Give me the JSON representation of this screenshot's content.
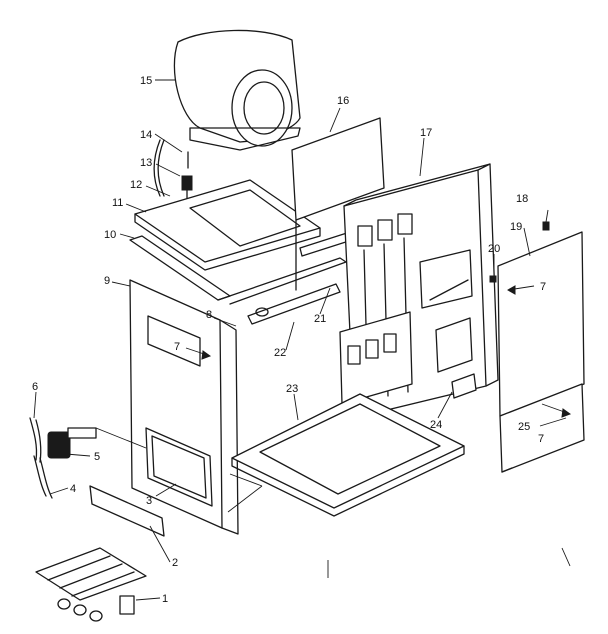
{
  "callouts": [
    {
      "id": "c1",
      "text": "1"
    },
    {
      "id": "c2",
      "text": "2"
    },
    {
      "id": "c3",
      "text": "3"
    },
    {
      "id": "c4",
      "text": "4"
    },
    {
      "id": "c5",
      "text": "5"
    },
    {
      "id": "c6",
      "text": "6"
    },
    {
      "id": "c7a",
      "text": "7"
    },
    {
      "id": "c7b",
      "text": "7"
    },
    {
      "id": "c7c",
      "text": "7"
    },
    {
      "id": "c8",
      "text": "8"
    },
    {
      "id": "c9",
      "text": "9"
    },
    {
      "id": "c10",
      "text": "10"
    },
    {
      "id": "c11",
      "text": "11"
    },
    {
      "id": "c12",
      "text": "12"
    },
    {
      "id": "c13",
      "text": "13"
    },
    {
      "id": "c14",
      "text": "14"
    },
    {
      "id": "c15",
      "text": "15"
    },
    {
      "id": "c16",
      "text": "16"
    },
    {
      "id": "c17",
      "text": "17"
    },
    {
      "id": "c18",
      "text": "18"
    },
    {
      "id": "c19",
      "text": "19"
    },
    {
      "id": "c20",
      "text": "20"
    },
    {
      "id": "c21",
      "text": "21"
    },
    {
      "id": "c22",
      "text": "22"
    },
    {
      "id": "c23",
      "text": "23"
    },
    {
      "id": "c24",
      "text": "24"
    },
    {
      "id": "c25",
      "text": "25"
    }
  ]
}
